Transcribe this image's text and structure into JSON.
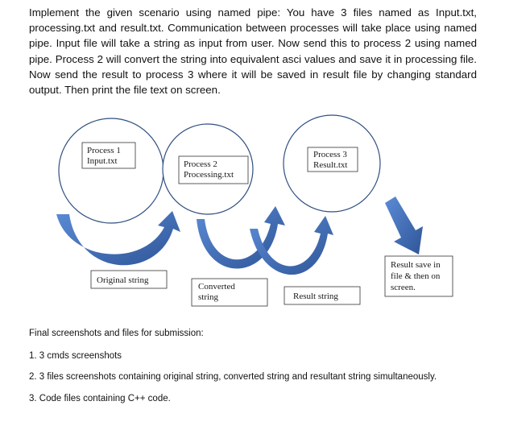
{
  "intro": "Implement the given scenario using named pipe: You have 3 files named as Input.txt, processing.txt and result.txt. Communication between processes will take place using named pipe. Input file will take a string as input from user. Now send this to process 2 using named pipe. Process 2 will convert the string into equivalent asci values and save it in processing file. Now send the result to process 3 where it will be saved in result file by changing standard output. Then print the file text on screen.",
  "diagram": {
    "process1": {
      "line1": "Process 1",
      "line2": "Input.txt"
    },
    "process2": {
      "line1": "Process 2",
      "line2": "Processing.txt"
    },
    "process3": {
      "line1": "Process 3",
      "line2": "Result.txt"
    },
    "label_original": "Original string",
    "label_converted": {
      "line1": "Converted",
      "line2": "string"
    },
    "label_result": "Result string",
    "label_final": {
      "line1": "Result save in",
      "line2": "file & then on",
      "line3": "screen."
    },
    "arrow_color": "#4472C4"
  },
  "submission": {
    "heading": "Final screenshots and files for submission:",
    "items": [
      "1. 3 cmds screenshots",
      "2. 3 files screenshots containing original string, converted string and resultant string simultaneously.",
      "3. Code files containing C++ code."
    ]
  }
}
